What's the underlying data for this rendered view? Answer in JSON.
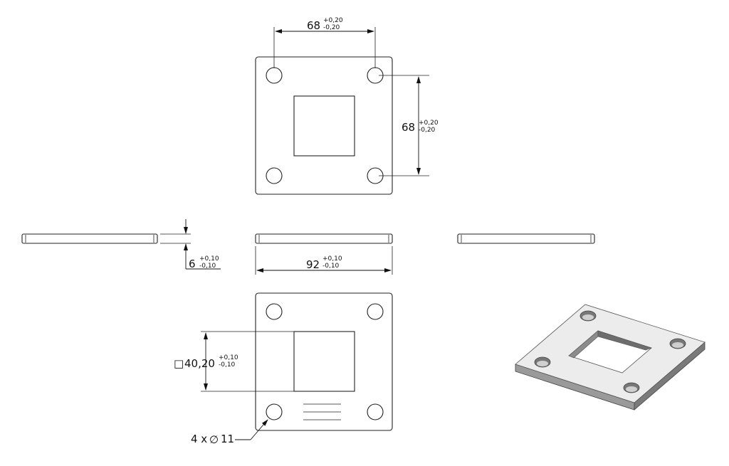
{
  "dimensions": {
    "hole_spacing_h": {
      "value": "68",
      "tol_plus": "+0,20",
      "tol_minus": "-0,20"
    },
    "hole_spacing_v": {
      "value": "68",
      "tol_plus": "+0,20",
      "tol_minus": "-0,20"
    },
    "thickness": {
      "value": "6",
      "tol_plus": "+0,10",
      "tol_minus": "-0,10"
    },
    "width": {
      "value": "92",
      "tol_plus": "+0,10",
      "tol_minus": "-0,10"
    },
    "square_opening": {
      "symbol": "□",
      "value": "40,20",
      "tol_plus": "+0,10",
      "tol_minus": "-0,10"
    },
    "holes": {
      "count_label": "4 x",
      "symbol": "∅",
      "value": "11"
    }
  },
  "colors": {
    "line": "#222222",
    "iso_top": "#e9e9e9",
    "iso_side": "#9a9a9a",
    "iso_dark": "#6d6d6d"
  }
}
